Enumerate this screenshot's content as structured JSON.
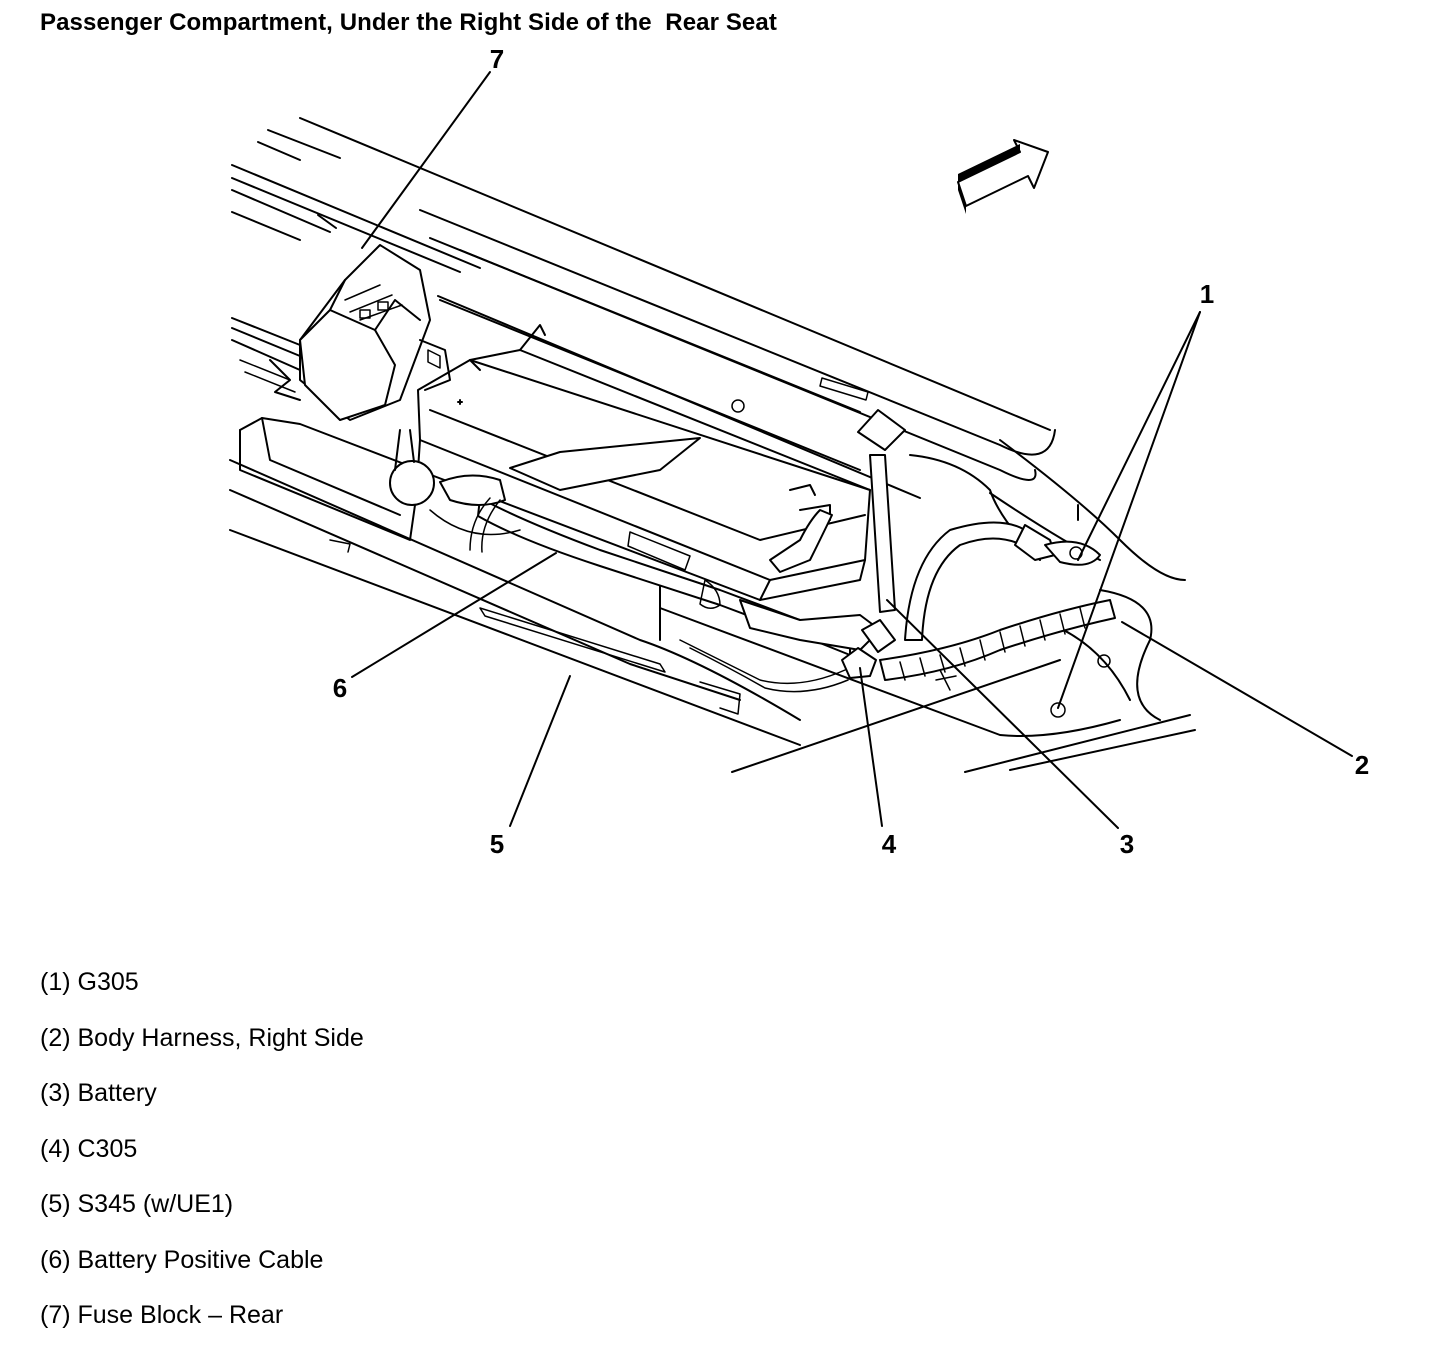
{
  "title": "Passenger Compartment, Under the Right Side of the  Rear Seat",
  "callouts": [
    {
      "id": "1",
      "text": "1"
    },
    {
      "id": "2",
      "text": "2"
    },
    {
      "id": "3",
      "text": "3"
    },
    {
      "id": "4",
      "text": "4"
    },
    {
      "id": "5",
      "text": "5"
    },
    {
      "id": "6",
      "text": "6"
    },
    {
      "id": "7",
      "text": "7"
    }
  ],
  "legend": [
    {
      "text": "(1) G305"
    },
    {
      "text": "(2) Body Harness, Right Side"
    },
    {
      "text": "(3) Battery"
    },
    {
      "text": "(4) C305"
    },
    {
      "text": "(5) S345 (w/UE1)"
    },
    {
      "text": "(6) Battery Positive Cable"
    },
    {
      "text": "(7) Fuse Block – Rear"
    }
  ],
  "icons": [
    "direction-arrow-icon"
  ]
}
